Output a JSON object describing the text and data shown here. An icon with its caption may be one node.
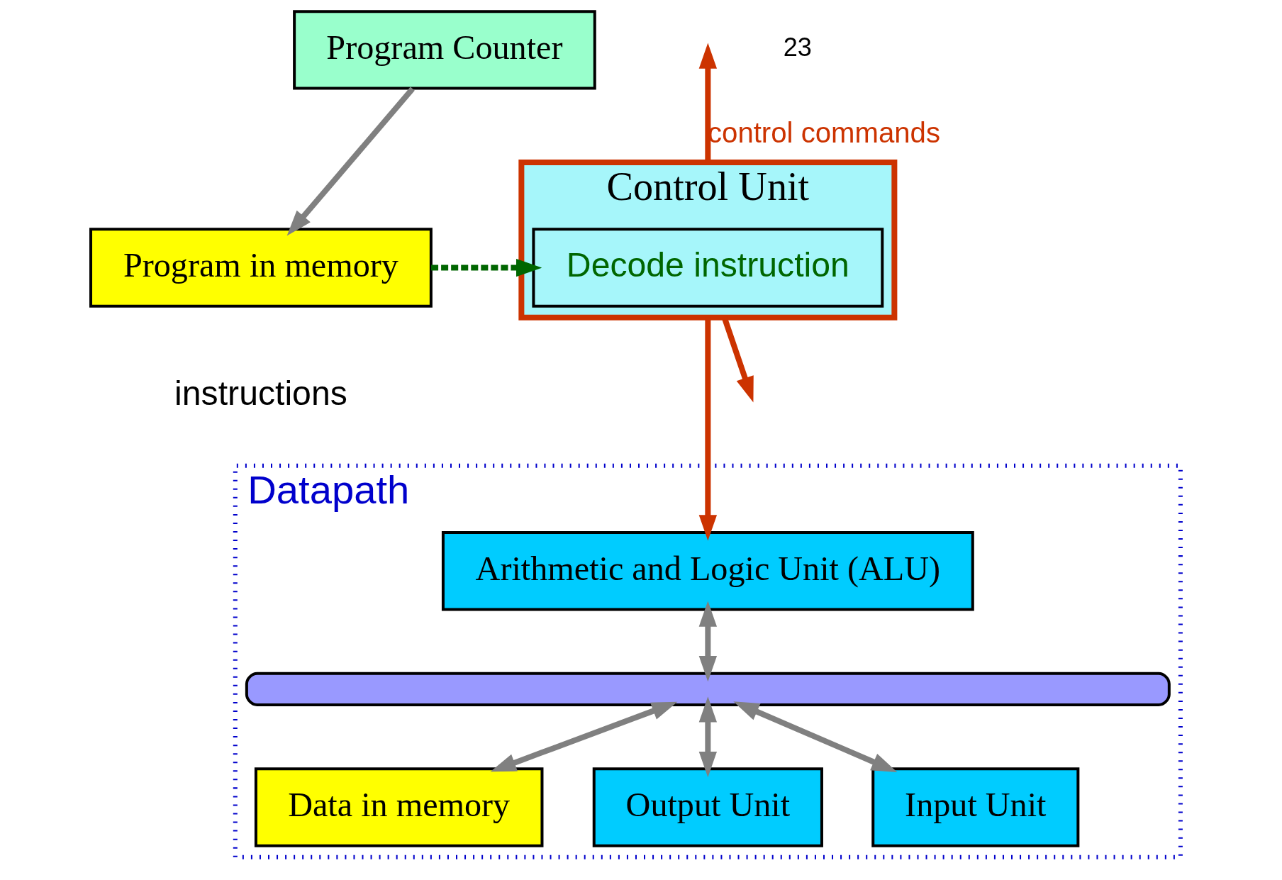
{
  "diagram": {
    "nodes": [
      {
        "text": [
          "Program Counter"
        ]
      },
      {
        "text": [
          "Program in memory"
        ],
        "beside": [
          "instructions"
        ]
      },
      {
        "text": [
          "Control Unit"
        ]
      },
      {
        "text": [
          "Decode instruction"
        ],
        "in": 2
      },
      {
        "text": [
          "Datapath"
        ]
      },
      {
        "text": [
          "Arithmetic and Logic Unit (ALU)"
        ],
        "in": 4
      },
      {
        "text": [],
        "shape": "bar",
        "in": 4
      },
      {
        "text": [
          "Data in memory"
        ],
        "in": 4
      },
      {
        "text": [
          "Output Unit"
        ],
        "in": 4
      },
      {
        "text": [
          "Input Unit"
        ],
        "in": 4
      }
    ],
    "edges": [
      {
        "from": 0,
        "to": 1,
        "arrow": "to"
      },
      {
        "from": 1,
        "to": 3,
        "arrow": "to",
        "style": "dashed",
        "color": "#006600"
      },
      {
        "from": 2,
        "to": null,
        "arrow": "to",
        "label": "control commands",
        "color": "#cc3300"
      },
      {
        "from": 2,
        "to": null,
        "arrow": "to",
        "color": "#cc3300"
      },
      {
        "from": 2,
        "to": 5,
        "arrow": "to",
        "color": "#cc3300"
      },
      {
        "from": 5,
        "to": 6,
        "arrow": "both"
      },
      {
        "from": 6,
        "to": 7,
        "arrow": "both"
      },
      {
        "from": 6,
        "to": 8,
        "arrow": "both"
      },
      {
        "from": 6,
        "to": 9,
        "arrow": "both"
      }
    ],
    "labels": [
      "23"
    ]
  }
}
